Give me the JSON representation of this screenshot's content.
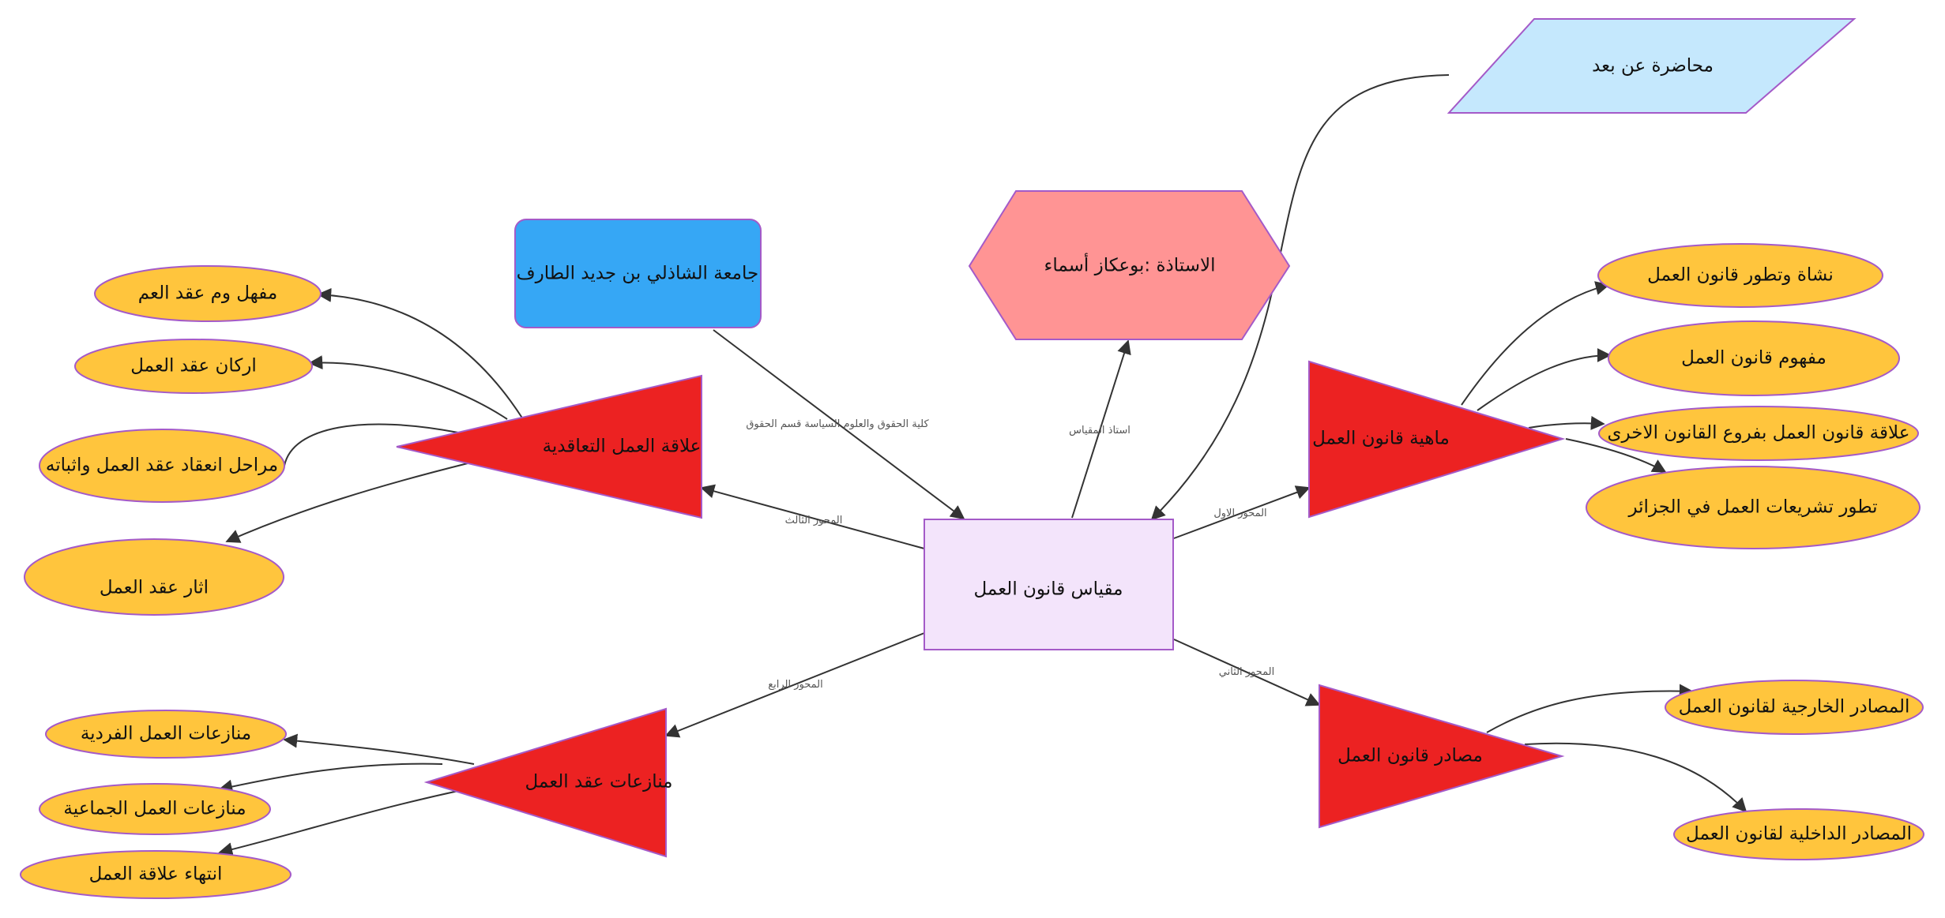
{
  "colors": {
    "center_fill": "#f3e4fb",
    "university_fill": "#36a7f5",
    "professor_fill": "#ff9494",
    "remote_fill": "#c5e8fd",
    "axis_fill": "#ec2222",
    "leaf_fill": "#ffc53d",
    "node_border": "#a45ac8",
    "edge_color": "#333333"
  },
  "nodes": {
    "center": {
      "label": "مقياس قانون العمل"
    },
    "university": {
      "label": "جامعة الشاذلي بن جديد الطارف"
    },
    "professor": {
      "label": "الاستاذة :بوعكاز أسماء"
    },
    "remote": {
      "label": "محاضرة عن بعد"
    },
    "axis1": {
      "label": "ماهية قانون العمل"
    },
    "axis2": {
      "label": "مصادر قانون العمل"
    },
    "axis3": {
      "label": "علاقة العمل التعاقدية"
    },
    "axis4": {
      "label": "منازعات عقد العمل"
    },
    "a1_1": {
      "label": "نشاة وتطور قانون العمل"
    },
    "a1_2": {
      "label": "مفهوم قانون العمل"
    },
    "a1_3": {
      "label": "علاقة قانون العمل بفروع القانون الاخرى"
    },
    "a1_4": {
      "label": "تطور تشريعات العمل في الجزائر"
    },
    "a2_1": {
      "label": "المصادر الخارجية لقانون العمل"
    },
    "a2_2": {
      "label": "المصادر الداخلية لقانون العمل"
    },
    "a3_1": {
      "label": "مفهل وم عقد العم"
    },
    "a3_2": {
      "label": "اركان عقد العمل"
    },
    "a3_3": {
      "label": "مراحل انعقاد عقد العمل واثباته"
    },
    "a3_4": {
      "label": "اثار عقد العمل"
    },
    "a4_1": {
      "label": "منازعات العمل الفردية"
    },
    "a4_2": {
      "label": "منازعات العمل الجماعية"
    },
    "a4_3": {
      "label": "انتهاء علاقة العمل"
    }
  },
  "edges": {
    "university_center": "كلية الحقوق والعلوم السياسة قسم الحقوق",
    "center_professor": "استاذ المقياس",
    "center_axis1": "المحور الاول",
    "center_axis2": "المحور الثاني",
    "center_axis3": "المحور الثالث",
    "center_axis4": "المحور الرابع"
  }
}
